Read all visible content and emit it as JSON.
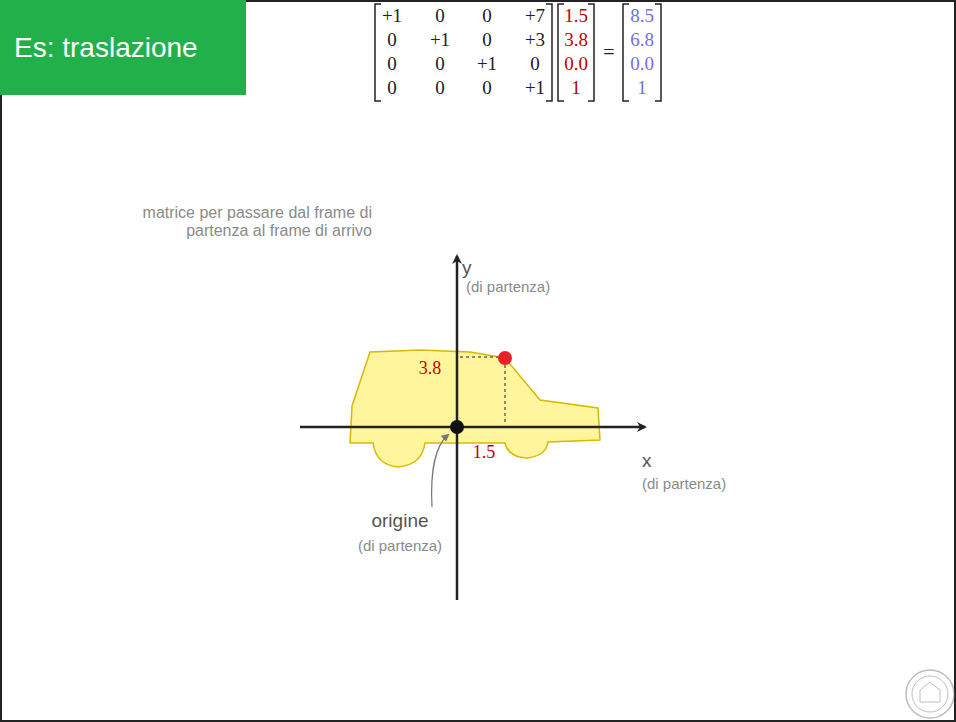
{
  "diagram": {
    "title": "Es: traslazione",
    "labels": [
      "+1",
      "0",
      "0",
      "+7",
      "0",
      "+1",
      "0",
      "+3",
      "0",
      "0",
      "+1",
      "0",
      "0",
      "0",
      "0",
      "+1",
      "1.5",
      "3.8",
      "0.0",
      "1",
      "=",
      "8.5",
      "6.8",
      "0.0",
      "1",
      "matrice per passare dal frame di partenza al frame di arrivo",
      "y",
      "(di partenza)",
      "3.8",
      "1.5",
      "x",
      "(di partenza)",
      "origine",
      "(di partenza)"
    ]
  }
}
